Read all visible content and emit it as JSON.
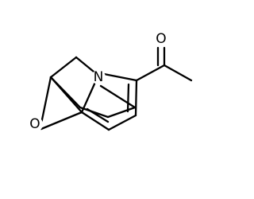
{
  "molecule": {
    "atoms": {
      "ring_nitrogen": {
        "label": "N"
      },
      "ketone_oxygen": {
        "label": "O"
      },
      "acetyl_oxygen": {
        "label": "O"
      }
    }
  }
}
